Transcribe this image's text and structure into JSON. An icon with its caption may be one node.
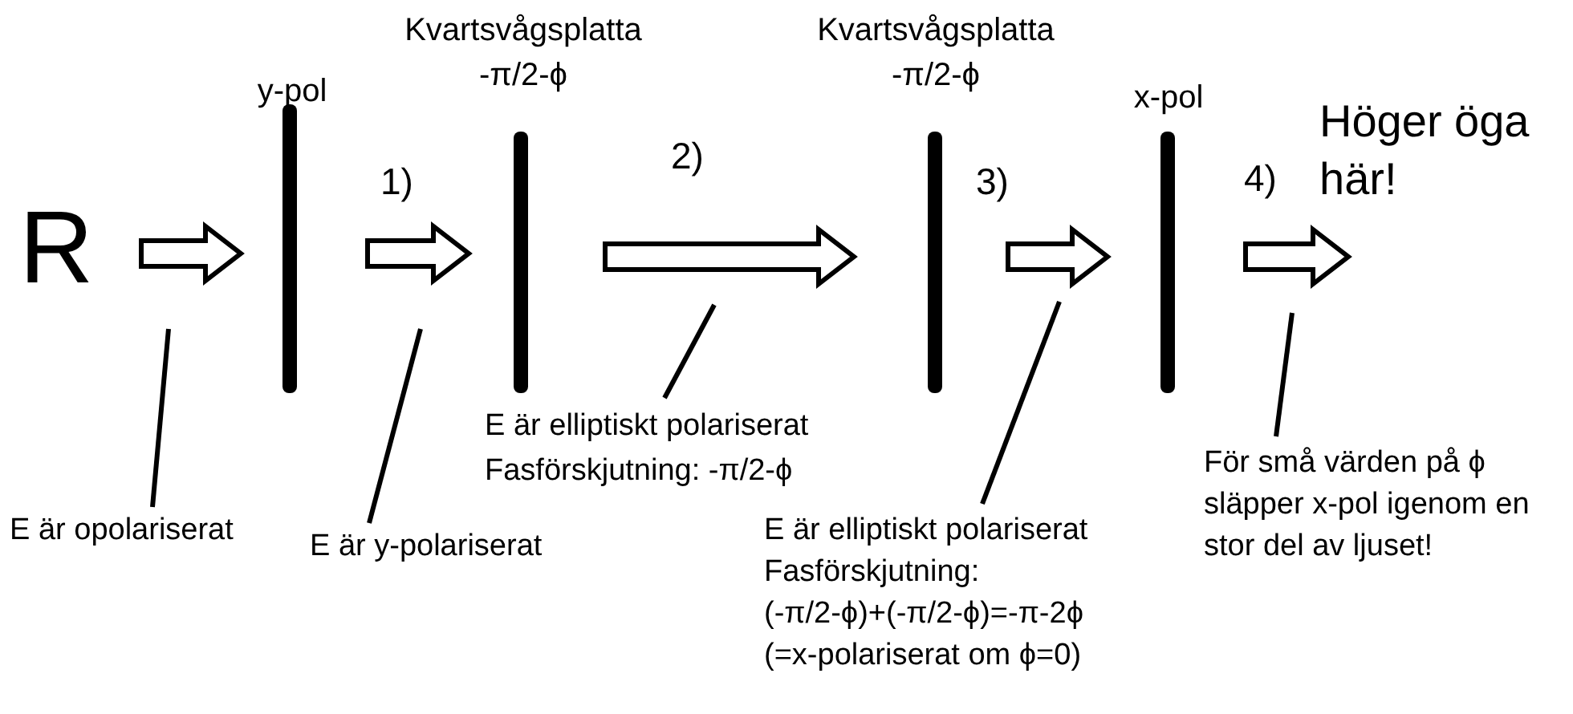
{
  "diagram": {
    "nodes": [
      {
        "text": [
          "R"
        ]
      },
      {
        "text": [
          "y-pol"
        ]
      },
      {
        "text": [
          "Kvartsvågsplatta",
          "-π/2-ϕ"
        ]
      },
      {
        "text": [
          "Kvartsvågsplatta",
          "-π/2-ϕ"
        ]
      },
      {
        "text": [
          "x-pol"
        ]
      },
      {
        "text": [
          "Höger öga här!"
        ]
      },
      {
        "text": [
          "E är opolariserat"
        ]
      },
      {
        "text": [
          "E är y-polariserat"
        ]
      },
      {
        "text": [
          "E är elliptiskt polariserat",
          "Fasförskjutning: -π/2-ϕ"
        ]
      },
      {
        "text": [
          "E är elliptiskt polariserat",
          "Fasförskjutning: (-π/2-ϕ)+(-π/2-ϕ)=-π-2ϕ",
          "(=x-polariserat om ϕ=0)"
        ]
      },
      {
        "text": [
          "För små värden på ϕ släpper x-pol igenom en stor del av ljuset!"
        ]
      }
    ],
    "edges": [
      {
        "from": 0,
        "to": 1,
        "arrow": "to"
      },
      {
        "from": 1,
        "to": 2,
        "arrow": "to"
      },
      {
        "from": 2,
        "to": 3,
        "arrow": "to"
      },
      {
        "from": 3,
        "to": 4,
        "arrow": "to"
      },
      {
        "from": 4,
        "to": 5,
        "arrow": "to"
      },
      {
        "from": 6,
        "to": null,
        "arrow": "none"
      },
      {
        "from": 7,
        "to": null,
        "arrow": "none"
      },
      {
        "from": 8,
        "to": null,
        "arrow": "none"
      },
      {
        "from": 9,
        "to": null,
        "arrow": "none"
      },
      {
        "from": 10,
        "to": null,
        "arrow": "none"
      }
    ],
    "labels": [
      "1)",
      "2)",
      "3)",
      "4)"
    ]
  }
}
